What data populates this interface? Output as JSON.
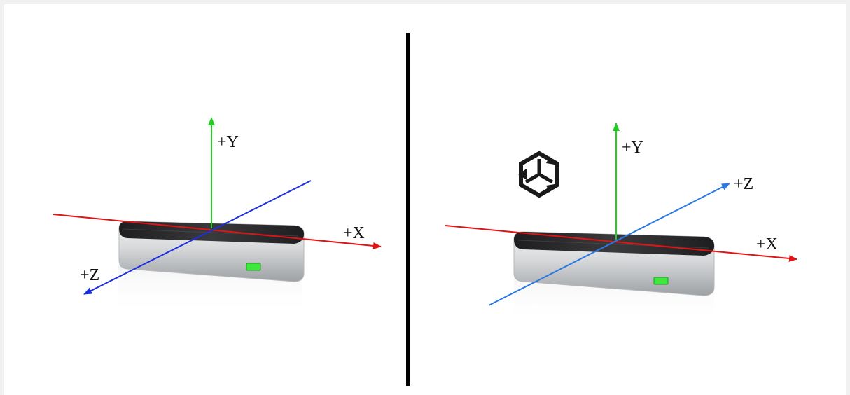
{
  "colors": {
    "background": "#f1f1f1",
    "panel": "#ffffff",
    "divider": "#000000",
    "x_axis": "#e01414",
    "y_axis": "#22cc22",
    "z_axis_left": "#1a2fe0",
    "z_axis_right": "#2a78e6",
    "device_body": "#d2d4d6",
    "device_top": "#2c2c2e",
    "device_led": "#3ee83e",
    "logo": "#1a1a1a"
  },
  "left_panel": {
    "labels": {
      "y": "+Y",
      "x": "+X",
      "z": "+Z"
    }
  },
  "right_panel": {
    "icon": "unity-logo-icon",
    "labels": {
      "y": "+Y",
      "x": "+X",
      "z": "+Z"
    }
  }
}
